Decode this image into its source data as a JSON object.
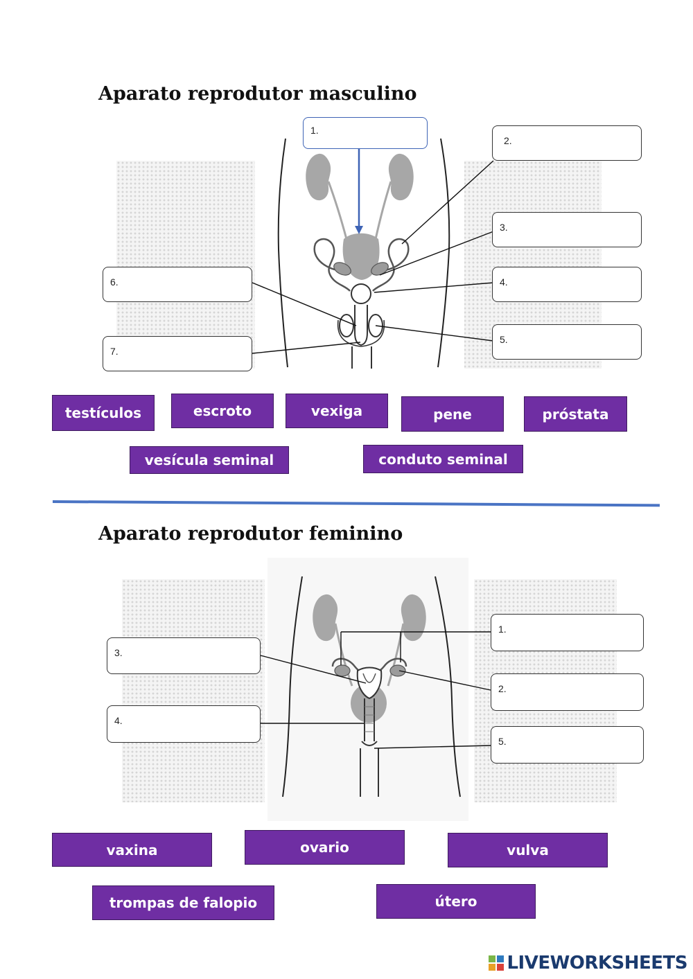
{
  "male": {
    "title": "Aparato reprodutor masculino",
    "labels": [
      "1.",
      "2.",
      "3.",
      "4.",
      "5.",
      "6.",
      "7."
    ],
    "words": [
      "testículos",
      "escroto",
      "vexiga",
      "pene",
      "próstata",
      "vesícula seminal",
      "conduto seminal"
    ]
  },
  "female": {
    "title": "Aparato reprodutor feminino",
    "labels": [
      "1.",
      "2.",
      "3.",
      "4.",
      "5."
    ],
    "words": [
      "vaxina",
      "ovario",
      "vulva",
      "trompas de falopio",
      "útero"
    ]
  },
  "brand": {
    "text": "LIVEWORKSHEETS",
    "colors": [
      "#7ab648",
      "#2f7bbf",
      "#e8a128",
      "#d9413a"
    ]
  },
  "colors": {
    "word_bg": "#6f2ea3",
    "divider": "#4a74c4",
    "arrow": "#3d63b5",
    "organ": "#a7a7a7"
  }
}
